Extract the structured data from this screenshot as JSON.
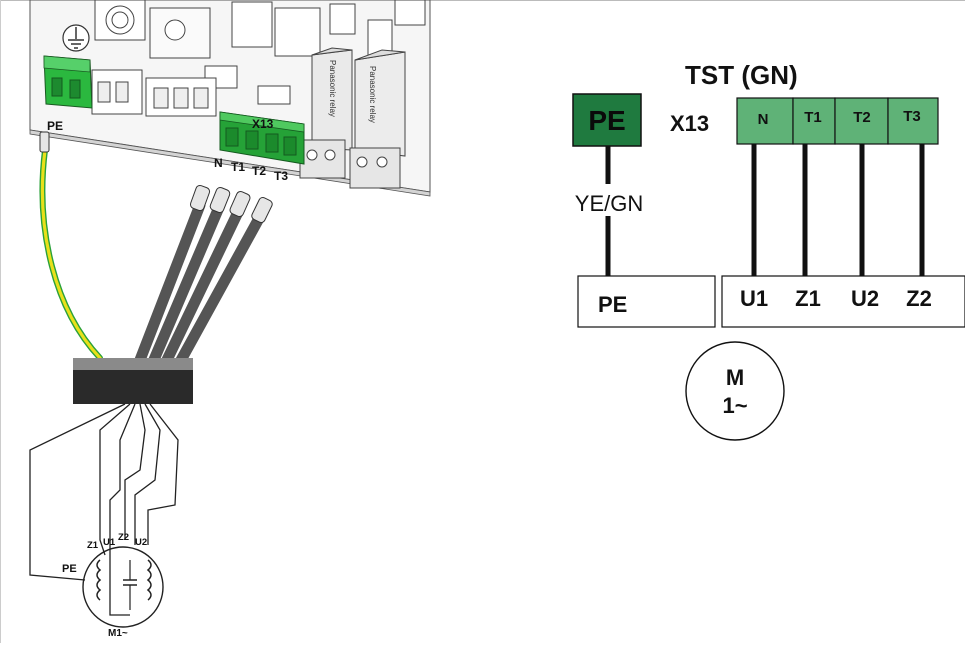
{
  "pcb": {
    "x13_label": "X13",
    "terminal_labels": [
      "N",
      "T1",
      "T2",
      "T3"
    ],
    "relay1_label": "Panasonic relay",
    "relay2_label": "Panasonic relay",
    "pe_label": "PE"
  },
  "motor_detail": {
    "lead_labels": [
      "Z1",
      "U1",
      "Z2",
      "U2"
    ],
    "pe_label": "PE",
    "motor_label": "M1~"
  },
  "schematic": {
    "title": "TST (GN)",
    "pe_terminal": "PE",
    "connector_label": "X13",
    "x13_terminals": [
      "N",
      "T1",
      "T2",
      "T3"
    ],
    "wire_label": "YE/GN",
    "pe_box": "PE",
    "motor_leads": [
      "U1",
      "Z1",
      "U2",
      "Z2"
    ],
    "motor_line1": "M",
    "motor_line2": "1~"
  },
  "colors": {
    "terminal_green": "#22a33a",
    "dark_green": "#1f7a3f",
    "light_green": "#5fb277",
    "pe_wire_yellow": "#e8e01a",
    "pe_wire_green": "#2aa13a",
    "cable_gray": "#505050"
  }
}
